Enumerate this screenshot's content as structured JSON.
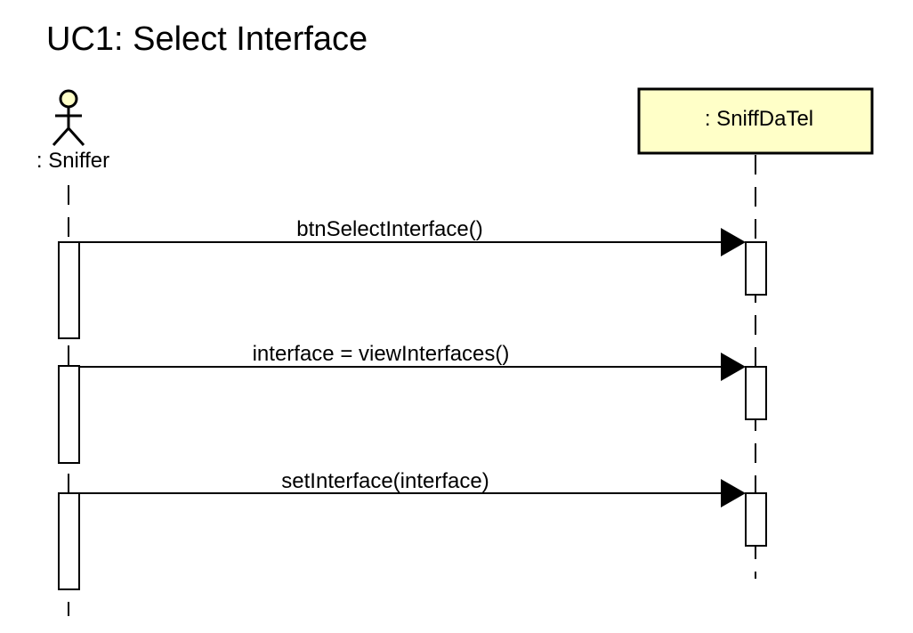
{
  "title": "UC1: Select Interface",
  "actor": {
    "name": ": Sniffer"
  },
  "object": {
    "name": ": SniffDaTel"
  },
  "messages": [
    {
      "label": "btnSelectInterface()"
    },
    {
      "label": "interface = viewInterfaces()"
    },
    {
      "label": "setInterface(interface)"
    }
  ],
  "colors": {
    "object_fill": "#FFFFC8",
    "line": "#000000",
    "background": "#FFFFFF"
  }
}
